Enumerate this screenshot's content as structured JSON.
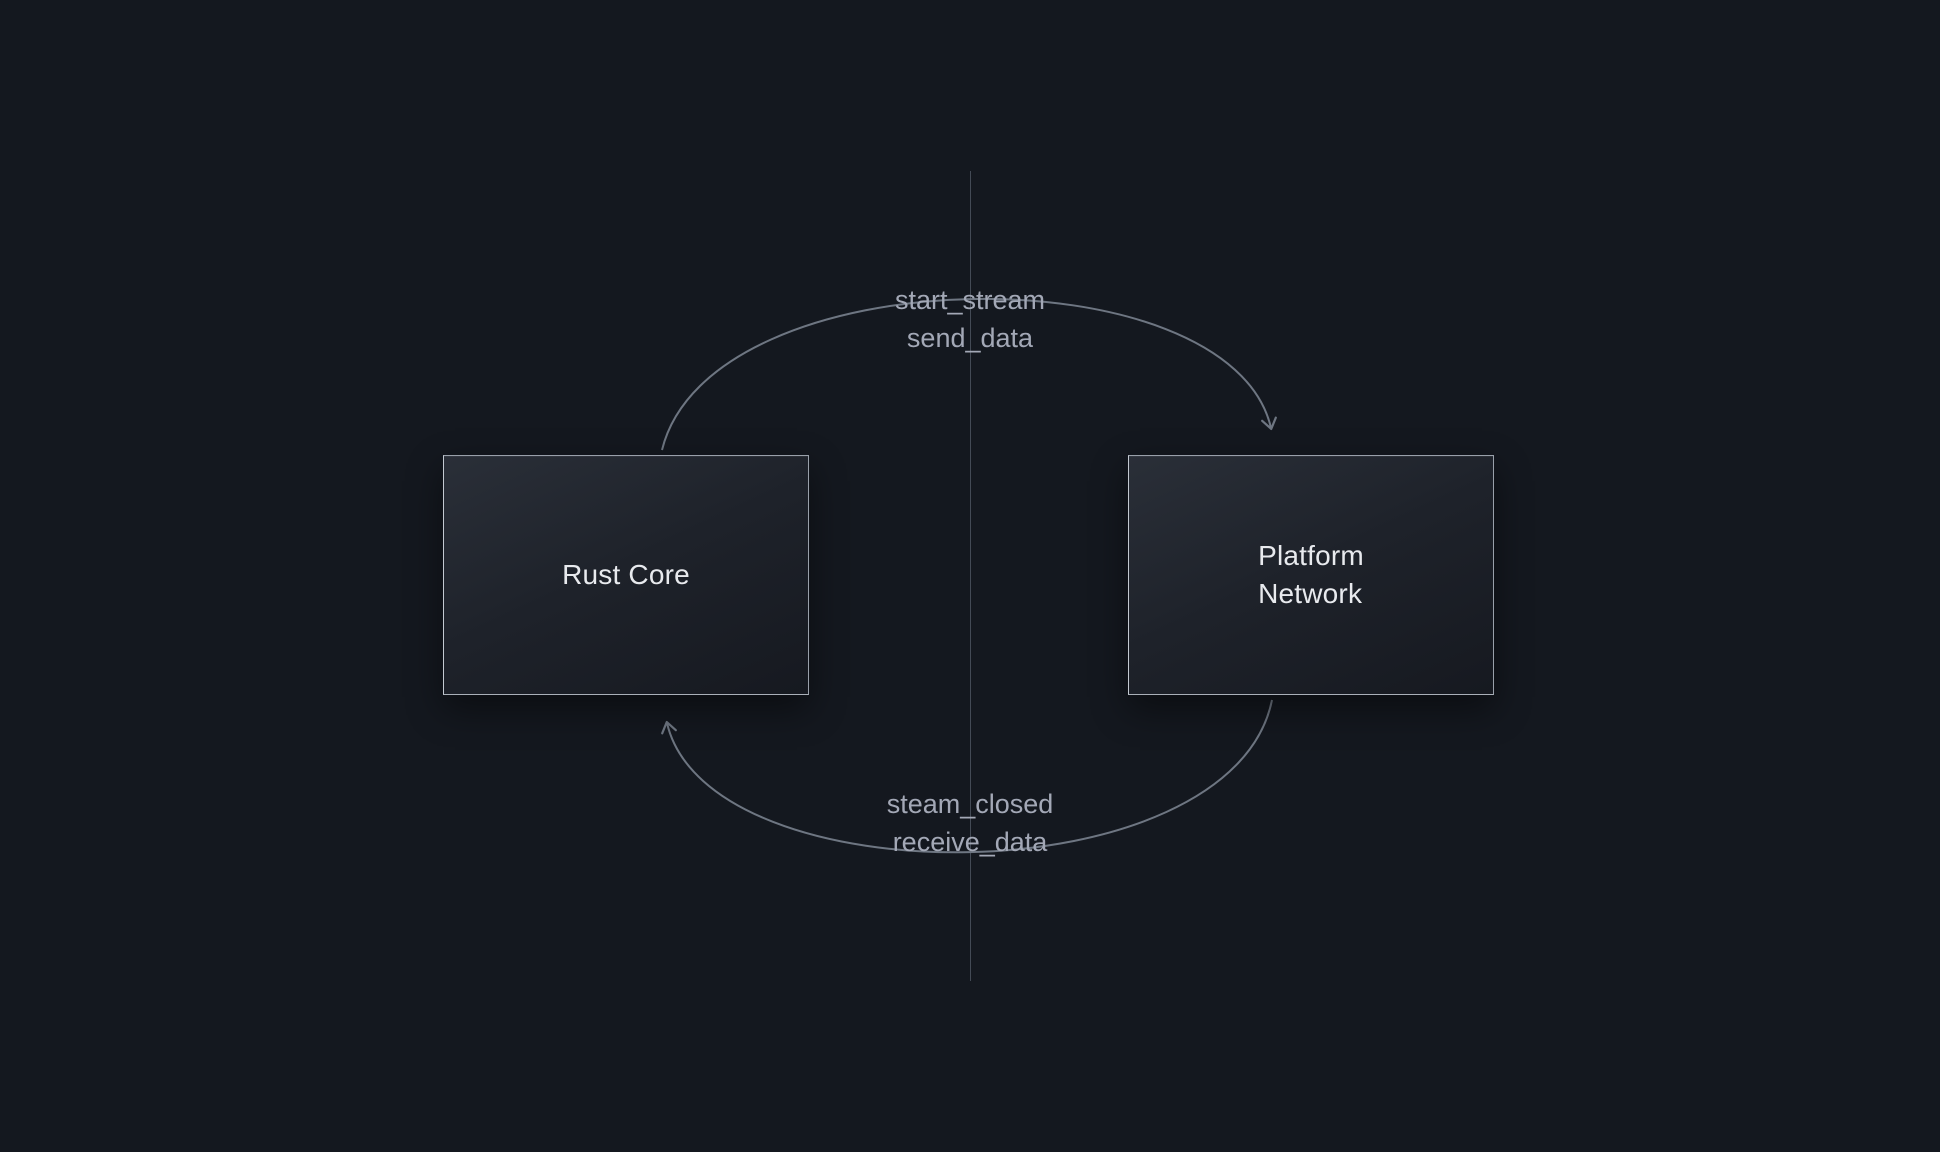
{
  "diagram": {
    "nodes": [
      {
        "id": "rust-core",
        "label": "Rust Core"
      },
      {
        "id": "platform-network",
        "label": "Platform Network",
        "lines": [
          "Platform",
          "Network"
        ]
      }
    ],
    "edges": [
      {
        "from": "rust-core",
        "to": "platform-network",
        "labels": [
          "start_stream",
          "send_data"
        ]
      },
      {
        "from": "platform-network",
        "to": "rust-core",
        "labels": [
          "steam_closed",
          "receive_data"
        ]
      }
    ],
    "colors": {
      "background": "#14181f",
      "node_fill_top": "#2a2f38",
      "node_fill_bottom": "#161920",
      "node_border": "#99a0aa",
      "node_text": "#e8eaee",
      "edge_stroke": "#6e7682",
      "edge_label_text": "#a3a8b6",
      "divider_line": "#434a55"
    }
  }
}
